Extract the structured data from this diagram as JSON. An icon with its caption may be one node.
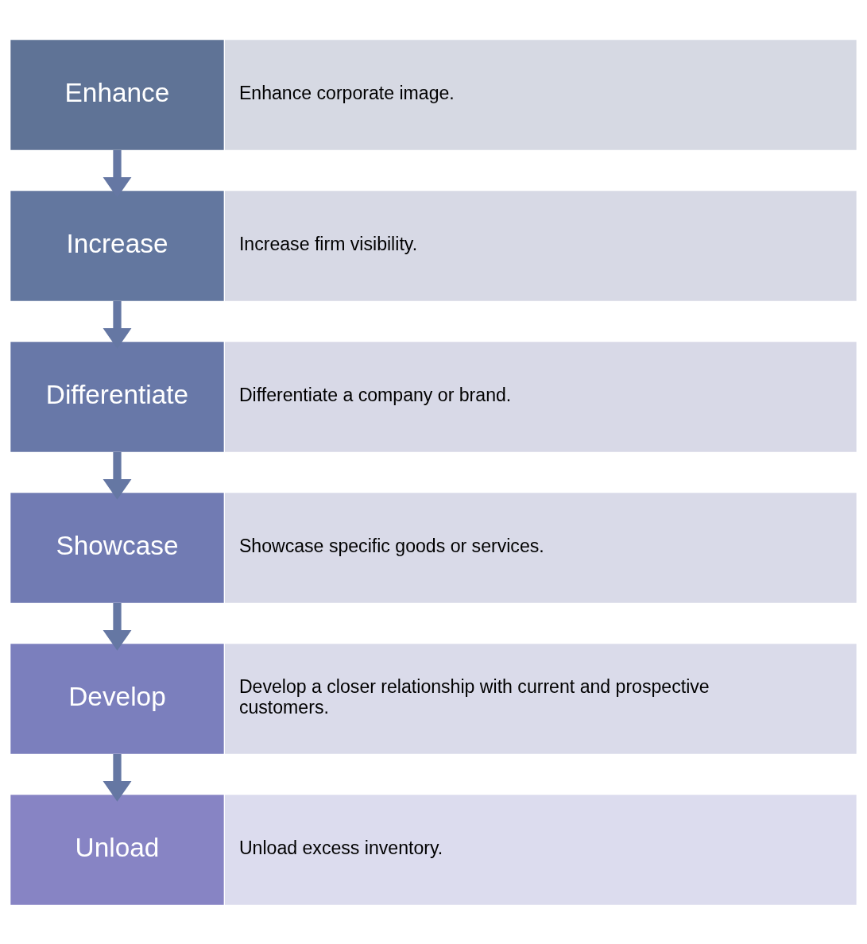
{
  "diagram": {
    "nodes": [
      {
        "text": [
          "Enhance"
        ]
      },
      {
        "text": [
          "Enhance corporate image."
        ]
      },
      {
        "text": [
          "Increase"
        ]
      },
      {
        "text": [
          "Increase firm visibility."
        ]
      },
      {
        "text": [
          "Differentiate"
        ]
      },
      {
        "text": [
          "Differentiate a company or brand."
        ]
      },
      {
        "text": [
          "Showcase"
        ]
      },
      {
        "text": [
          "Showcase specific goods or services."
        ]
      },
      {
        "text": [
          "Develop"
        ]
      },
      {
        "text": [
          "Develop a closer relationship with current and prospective customers."
        ]
      },
      {
        "text": [
          "Unload"
        ]
      },
      {
        "text": [
          "Unload excess inventory."
        ]
      }
    ],
    "edges": [
      {
        "from": 0,
        "to": 2,
        "arrow": "to"
      },
      {
        "from": 2,
        "to": 4,
        "arrow": "to"
      },
      {
        "from": 4,
        "to": 6,
        "arrow": "to"
      },
      {
        "from": 6,
        "to": 8,
        "arrow": "to"
      },
      {
        "from": 8,
        "to": 10,
        "arrow": "to"
      }
    ]
  }
}
